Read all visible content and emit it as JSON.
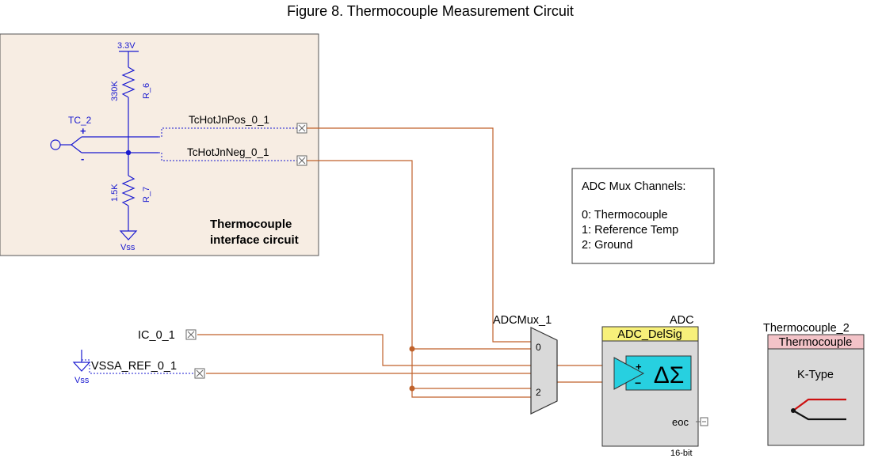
{
  "figure": {
    "title": "Figure 8. Thermocouple Measurement Circuit"
  },
  "interface_circuit": {
    "caption_line1": "Thermocouple",
    "caption_line2": "interface circuit",
    "supply_label": "3.3V",
    "r6_value": "330K",
    "r6_name": "R_6",
    "r7_value": "1.5K",
    "r7_name": "R_7",
    "tc_name": "TC_2",
    "tc_plus": "+",
    "tc_minus": "-",
    "ground_label": "Vss",
    "pin_pos": "TcHotJnPos_0_1",
    "pin_neg": "TcHotJnNeg_0_1"
  },
  "inputs": {
    "ic_pin": "IC_0_1",
    "vssa_pin": "VSSA_REF_0_1",
    "vss_label": "Vss"
  },
  "mux": {
    "name": "ADCMux_1",
    "ch0": "0",
    "ch2": "2"
  },
  "adc": {
    "title": "ADC",
    "component": "ADC_DelSig",
    "symbol": "ΔΣ",
    "plus": "+",
    "minus": "−",
    "eoc": "eoc",
    "resolution": "16-bit"
  },
  "legend": {
    "title": "ADC Mux Channels:",
    "items": [
      "0: Thermocouple",
      "1: Reference Temp",
      "2: Ground"
    ]
  },
  "thermocouple": {
    "name": "Thermocouple_2",
    "component": "Thermocouple",
    "type": "K-Type"
  },
  "colors": {
    "wire": "#c0622b",
    "schematic_blue": "#1a1ad0",
    "panel_fill": "#f7ede3",
    "adc_header": "#f7f07a",
    "tc_header": "#f3c3c8",
    "block_fill": "#d9d9d9",
    "delta_sigma": "#27d0e0"
  }
}
